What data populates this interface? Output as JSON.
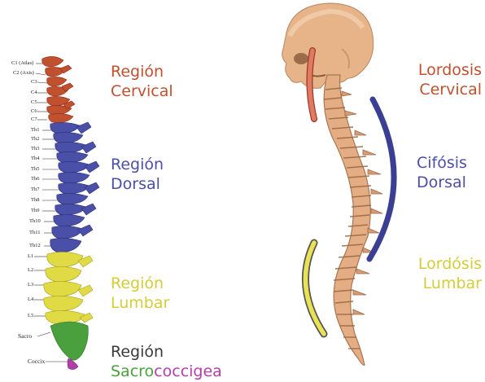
{
  "colors": {
    "cervical": "#c0502e",
    "dorsal": "#4a4fa8",
    "lumbar": "#d4cc3a",
    "sacro": "#4ba03e",
    "coccix": "#b23fa8",
    "text_dark": "#3a3a3a",
    "bone": "#e8b48c"
  },
  "left_labels": {
    "cervical": [
      "Región",
      "Cervical"
    ],
    "dorsal": [
      "Región",
      "Dorsal"
    ],
    "lumbar": [
      "Región",
      "Lumbar"
    ],
    "sacro_title": "Región",
    "sacro_part": "Sacro",
    "coccigea_part": "coccigea"
  },
  "right_labels": {
    "lordosis_cervical": [
      "Lordosis",
      "Cervical"
    ],
    "cifosis_dorsal": [
      "Cifósis",
      "Dorsal"
    ],
    "lordosis_lumbar": [
      "Lordósis",
      "Lumbar"
    ]
  },
  "vertebra_labels": {
    "c1": "C1 (Atlas)",
    "c2": "C2 (Axis)",
    "c3": "C3",
    "c4": "C4",
    "c5": "C5",
    "c6": "C6",
    "c7": "C7",
    "th1": "Th1",
    "th2": "Th2",
    "th3": "Th3",
    "th4": "Th4",
    "th5": "Th5",
    "th6": "Th6",
    "th7": "Th7",
    "th8": "Th8",
    "th9": "Th9",
    "th10": "Th10",
    "th11": "Th11",
    "th12": "Th12",
    "l1": "L1",
    "l2": "L2",
    "l3": "L3",
    "l4": "L4",
    "l5": "L5",
    "sacro": "Sacro",
    "coccix": "Coccix"
  }
}
